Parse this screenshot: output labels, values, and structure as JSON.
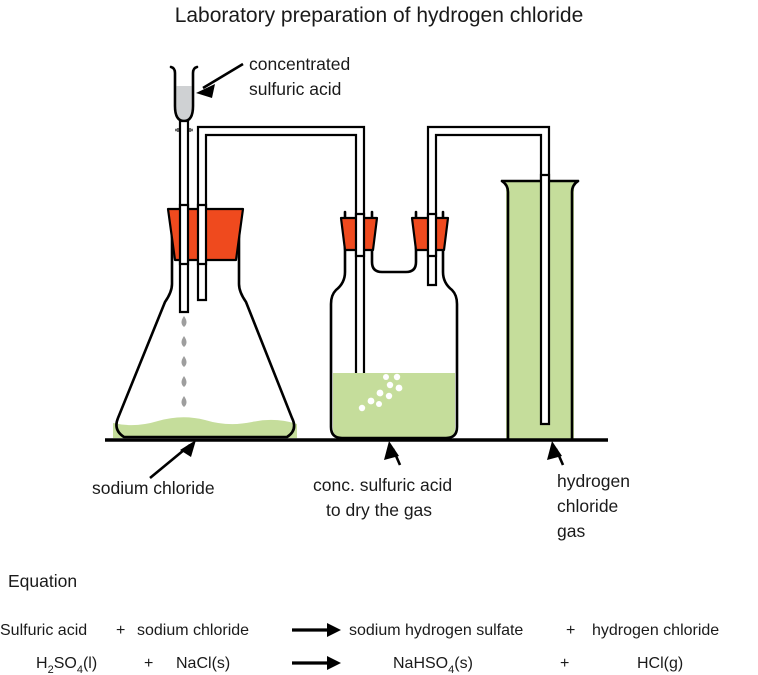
{
  "title": "Laboratory preparation of hydrogen chloride",
  "labels": {
    "funnel_line1": "concentrated",
    "funnel_line2": "sulfuric acid",
    "flask": "sodium chloride",
    "drying_line1": "conc. sulfuric acid",
    "drying_line2": "to dry the gas",
    "jar_line1": "hydrogen",
    "jar_line2": "chloride",
    "jar_line3": "gas"
  },
  "equation": {
    "heading": "Equation",
    "word_row": {
      "reactant1": "Sulfuric acid",
      "plus1": "+",
      "reactant2": "sodium chloride",
      "arrow": "⟶",
      "product1": "sodium hydrogen sulfate",
      "plus2": "+",
      "product2": "hydrogen chloride"
    },
    "formula_row": {
      "reactant1_a": "H",
      "reactant1_sub1": "2",
      "reactant1_b": "SO",
      "reactant1_sub2": "4",
      "reactant1_c": "(l)",
      "plus1": "+",
      "reactant2": "NaCl(s)",
      "arrow": "⟶",
      "product1_a": "NaHSO",
      "product1_sub": "4",
      "product1_b": "(s)",
      "plus2": "+",
      "product2": "HCl(g)"
    }
  },
  "colors": {
    "green_liquid": "#c5dd9b",
    "orange_stopper": "#ef4a1e",
    "grey_acid": "#cfd1d3",
    "outline": "#000000",
    "droplet": "#9e9e9e",
    "background": "#ffffff"
  },
  "apparatus": {
    "dropping_funnel": "dropping-funnel",
    "conical_flask": "conical-flask",
    "drying_bottle": "woulfe-drying-bottle",
    "gas_jar": "gas-jar",
    "bench_line": "bench-surface"
  }
}
